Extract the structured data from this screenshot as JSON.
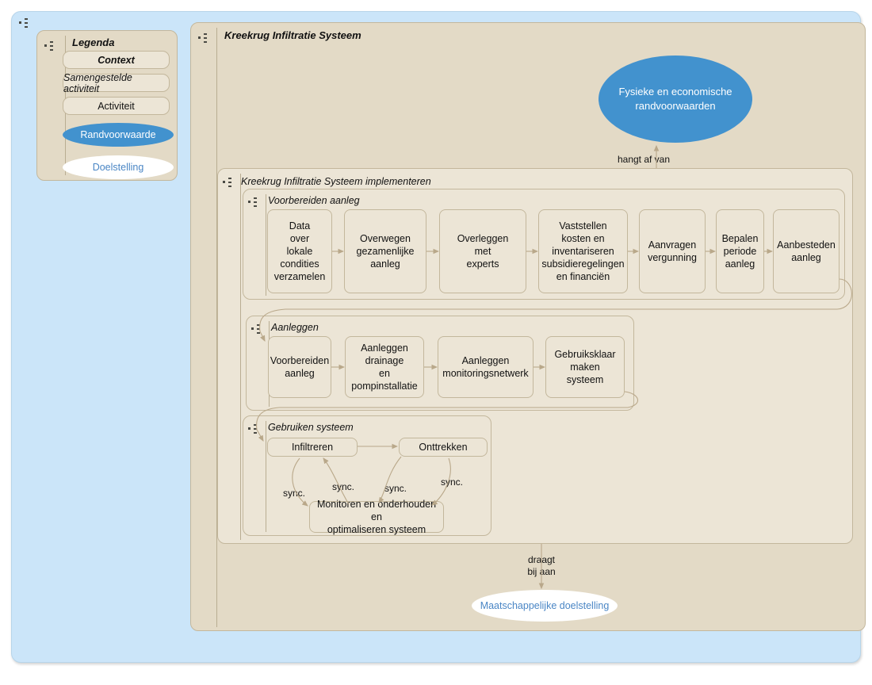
{
  "canvas": {
    "background_color": "#cbe5f9",
    "marker_icon": "group-marker-icon"
  },
  "legend": {
    "title": "Legenda",
    "items": [
      {
        "label": "Context",
        "shape": "rounded-rect",
        "style": "bold-italic",
        "fill": "#ece5d6",
        "text_color": "#111111"
      },
      {
        "label": "Samengestelde activiteit",
        "shape": "rounded-rect",
        "style": "italic",
        "fill": "#ece5d6",
        "text_color": "#111111"
      },
      {
        "label": "Activiteit",
        "shape": "rounded-rect",
        "style": "regular",
        "fill": "#ece5d6",
        "text_color": "#111111"
      },
      {
        "label": "Randvoorwaarde",
        "shape": "ellipse",
        "style": "regular",
        "fill": "#4292ce",
        "text_color": "#ffffff"
      },
      {
        "label": "Doelstelling",
        "shape": "ellipse",
        "style": "regular",
        "fill": "#ffffff",
        "text_color": "#4a86c5"
      }
    ]
  },
  "context": {
    "title": "Kreekrug Infiltratie Systeem",
    "precondition": {
      "label": "Fysieke en economische randvoorwaarden",
      "fill": "#4292ce",
      "text_color": "#ffffff"
    },
    "precondition_edge_label": "hangt af van",
    "goal": {
      "label": "Maatschappelijke doelstelling",
      "fill": "#ffffff",
      "text_color": "#4a86c5"
    },
    "goal_edge_label": "draagt\nbij aan",
    "goal_edge_label_line1": "draagt",
    "goal_edge_label_line2": "bij aan"
  },
  "composite": {
    "title": "Kreekrug Infiltratie Systeem implementeren",
    "groups": [
      {
        "title": "Voorbereiden aanleg",
        "activities": [
          {
            "label": "Data\nover\nlokale\ncondities\nverzamelen",
            "lines": [
              "Data",
              "over",
              "lokale",
              "condities",
              "verzamelen"
            ]
          },
          {
            "label": "Overwegen\ngezamenlijke\naanleg",
            "lines": [
              "Overwegen",
              "gezamenlijke",
              "aanleg"
            ]
          },
          {
            "label": "Overleggen\nmet\nexperts",
            "lines": [
              "Overleggen",
              "met",
              "experts"
            ]
          },
          {
            "label": "Vaststellen\nkosten en\ninventariseren\nsubsidieregelingen\nen financiën",
            "lines": [
              "Vaststellen",
              "kosten en",
              "inventariseren",
              "subsidieregelingen",
              "en financiën"
            ]
          },
          {
            "label": "Aanvragen\nvergunning",
            "lines": [
              "Aanvragen",
              "vergunning"
            ]
          },
          {
            "label": "Bepalen\nperiode\naanleg",
            "lines": [
              "Bepalen",
              "periode",
              "aanleg"
            ]
          },
          {
            "label": "Aanbesteden\naanleg",
            "lines": [
              "Aanbesteden",
              "aanleg"
            ]
          }
        ]
      },
      {
        "title": "Aanleggen",
        "activities": [
          {
            "label": "Voorbereiden\naanleg",
            "lines": [
              "Voorbereiden",
              "aanleg"
            ]
          },
          {
            "label": "Aanleggen\ndrainage\nen\npompinstallatie",
            "lines": [
              "Aanleggen",
              "drainage",
              "en",
              "pompinstallatie"
            ]
          },
          {
            "label": "Aanleggen\nmonitoringsnetwerk",
            "lines": [
              "Aanleggen",
              "monitoringsnetwerk"
            ]
          },
          {
            "label": "Gebruiksklaar\nmaken\nsysteem",
            "lines": [
              "Gebruiksklaar",
              "maken",
              "systeem"
            ]
          }
        ]
      },
      {
        "title": "Gebruiken systeem",
        "activities": [
          {
            "label": "Infiltreren",
            "lines": [
              "Infiltreren"
            ]
          },
          {
            "label": "Onttrekken",
            "lines": [
              "Onttrekken"
            ]
          },
          {
            "label": "Monitoren en onderhouden en\noptimaliseren systeem",
            "lines": [
              "Monitoren en onderhouden en",
              "optimaliseren systeem"
            ]
          }
        ],
        "sync_labels": [
          "sync.",
          "sync.",
          "sync.",
          "sync."
        ]
      }
    ]
  }
}
